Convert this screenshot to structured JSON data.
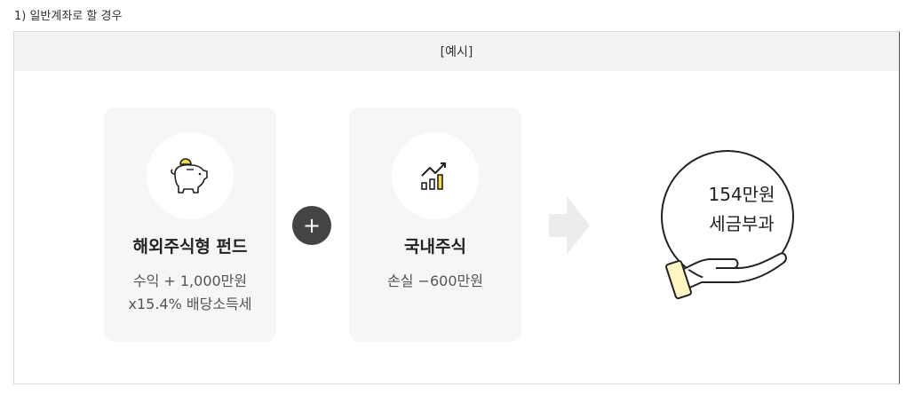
{
  "section": {
    "title": "1) 일반계좌로 할 경우"
  },
  "example": {
    "header": "[예시]"
  },
  "cards": [
    {
      "title": "해외주식형 펀드",
      "desc_line1": "수익 + 1,000만원",
      "desc_line2": "x15.4% 배당소득세"
    },
    {
      "title": "국내주식",
      "desc_line1": "손실 −600만원",
      "desc_line2": ""
    }
  ],
  "operator": "+",
  "result": {
    "line1": "154만원",
    "line2": "세금부과"
  },
  "colors": {
    "accent": "#f7d84a",
    "dark": "#444444",
    "card_bg": "#f6f6f6",
    "header_bg": "#f3f3f3"
  }
}
